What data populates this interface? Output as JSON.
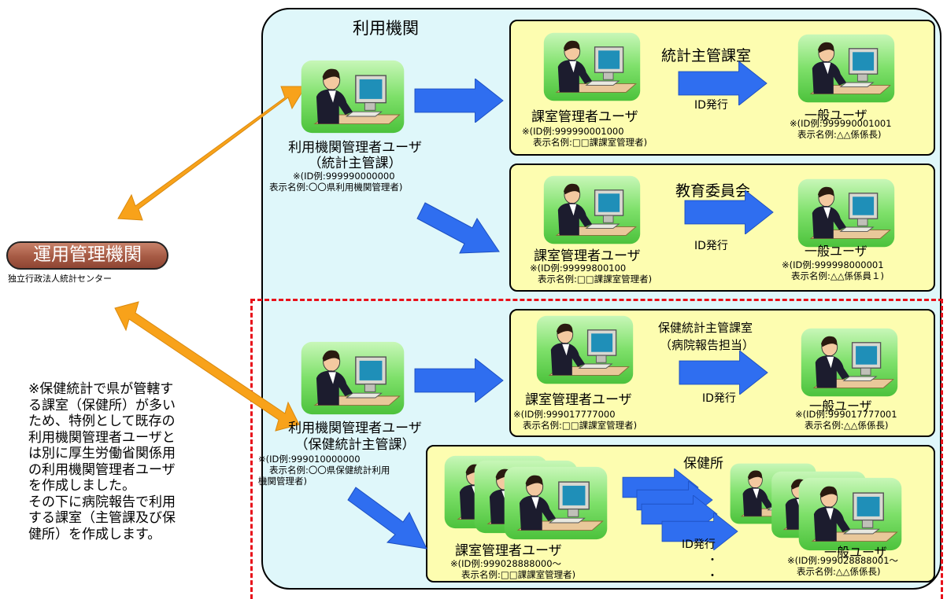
{
  "top_label": "利用機関",
  "agency": {
    "name": "運用管理機関",
    "subtitle": "独立行政法人統計センター"
  },
  "admin1": {
    "title": "利用機関管理者ユーザ",
    "sub": "（統計主管課）",
    "id": "※(ID例:999990000000",
    "disp": "表示名例:〇〇県利用機関管理者)"
  },
  "admin2": {
    "title": "利用機関管理者ユーザ",
    "sub": "（保健統計主管課）",
    "id": "※(ID例:999010000000",
    "disp": "表示名例:〇〇県保健統計利用",
    "disp2": "機関管理者)"
  },
  "dept1": {
    "name": "統計主管課室",
    "issue": "ID発行",
    "mgr": {
      "title": "課室管理者ユーザ",
      "id": "※(ID例:999990001000",
      "disp": "表示名例:□□課課室管理者)"
    },
    "user": {
      "title": "一般ユーザ",
      "id": "※(ID例:999990001001",
      "disp": "表示名例:△△係係長)"
    }
  },
  "dept2": {
    "name": "教育委員会",
    "issue": "ID発行",
    "mgr": {
      "title": "課室管理者ユーザ",
      "id": "※(ID例:99999800100",
      "disp": "表示名例:□□課課室管理者)"
    },
    "user": {
      "title": "一般ユーザ",
      "id": "※(ID例:999998000001",
      "disp": "表示名例:△△係係員１)"
    }
  },
  "dept3": {
    "name": "保健統計主管課室",
    "name2": "（病院報告担当）",
    "issue": "ID発行",
    "mgr": {
      "title": "課室管理者ユーザ",
      "id": "※(ID例:999017777000",
      "disp": "表示名例:□□課課室管理者)"
    },
    "user": {
      "title": "一般ユーザ",
      "id": "※(ID例:999017777001",
      "disp": "表示名例:△△係係長)"
    }
  },
  "dept4": {
    "name": "保健所",
    "issue": "ID発行",
    "dots": "・",
    "mgr": {
      "title": "課室管理者ユーザ",
      "id": "※(ID例:999028888000～",
      "disp": "表示名例:□□課課室管理者)"
    },
    "user": {
      "title": "一般ユーザ",
      "id": "※(ID例:999028888001～",
      "disp": "表示名例:△△係係長)"
    }
  },
  "note": [
    "※保健統計で県が管轄す",
    "る課室（保健所）が多い",
    "ため、特例として既存の",
    "利用機関管理者ユーザと",
    "は別に厚生労働省関係用",
    "の利用機関管理者ユーザ",
    "を作成しました。",
    "その下に病院報告で利用",
    "する課室（主管課及び保",
    "健所）を作成します。"
  ],
  "colors": {
    "container": "#dff7fa",
    "panel": "#fdfdb0",
    "arrow_blue": "#2f6ef0",
    "arrow_orange": "#f8a21a",
    "dashed": "#e8101a",
    "icon_bg": "#7ee06a"
  }
}
